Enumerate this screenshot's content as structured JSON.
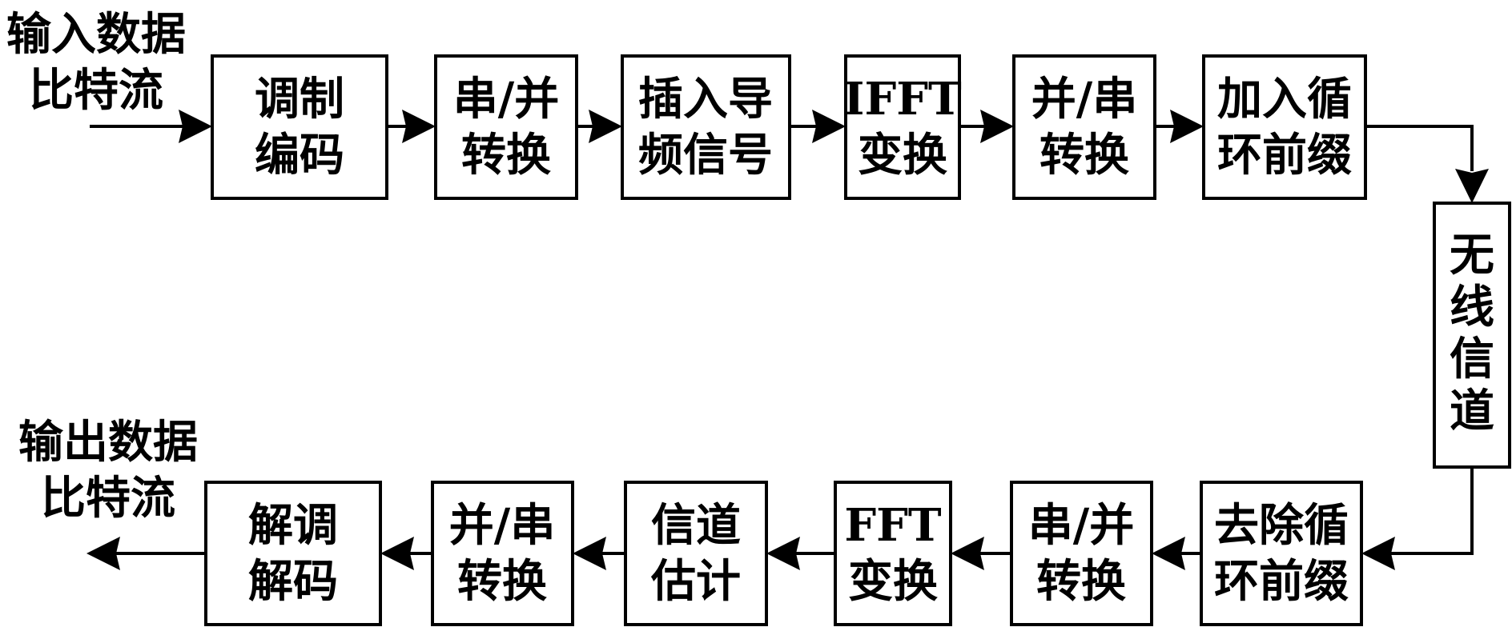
{
  "input_label": {
    "line1": "输入数据",
    "line2": "比特流"
  },
  "output_label": {
    "line1": "输出数据",
    "line2": "比特流"
  },
  "tx_blocks": [
    {
      "line1": "调制",
      "line2": "编码"
    },
    {
      "line1": "串/并",
      "line2": "转换"
    },
    {
      "line1": "插入导",
      "line2": "频信号"
    },
    {
      "line1": "IFFT",
      "line2": "变换"
    },
    {
      "line1": "并/串",
      "line2": "转换"
    },
    {
      "line1": "加入循",
      "line2": "环前缀"
    }
  ],
  "channel": {
    "chars": [
      "无",
      "线",
      "信",
      "道"
    ]
  },
  "rx_blocks": [
    {
      "line1": "去除循",
      "line2": "环前缀"
    },
    {
      "line1": "串/并",
      "line2": "转换"
    },
    {
      "line1": "FFT",
      "line2": "变换"
    },
    {
      "line1": "信道",
      "line2": "估计"
    },
    {
      "line1": "并/串",
      "line2": "转换"
    },
    {
      "line1": "解调",
      "line2": "解码"
    }
  ]
}
